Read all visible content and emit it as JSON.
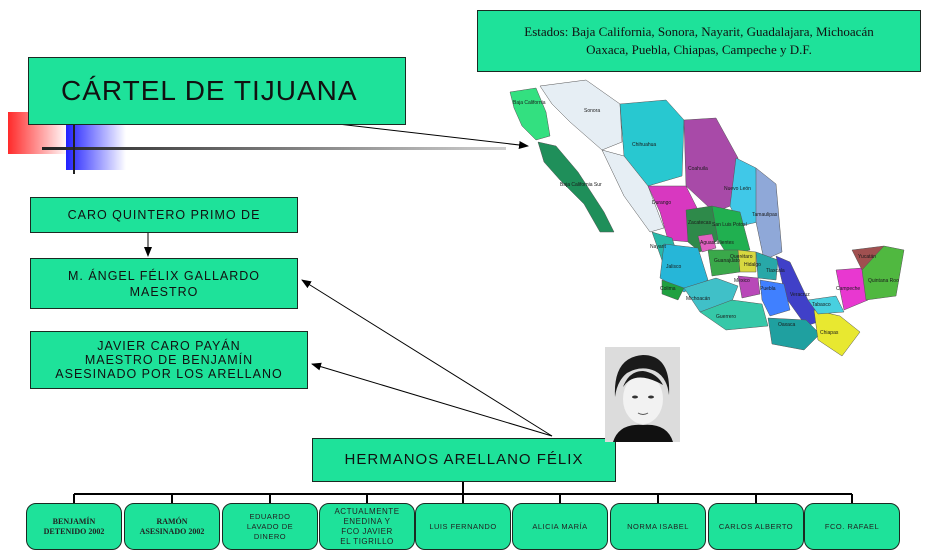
{
  "title": "CÁRTEL DE TIJUANA",
  "states": {
    "line1": "Estados:  Baja California, Sonora, Nayarit, Guadalajara, Michoacán",
    "line2": "Oaxaca, Puebla, Chiapas, Campeche y D.F."
  },
  "people": {
    "caro": "CARO QUINTERO PRIMO DE",
    "felix": {
      "line1": "M. ÁNGEL FÉLIX GALLARDO",
      "line2": "MAESTRO"
    },
    "javier": {
      "line1": "JAVIER CARO PAYÁN",
      "line2": "MAESTRO DE BENJAMÍN",
      "line3": "ASESINADO POR LOS ARELLANO"
    }
  },
  "hermanos": "HERMANOS ARELLANO FÉLIX",
  "siblings": [
    {
      "line1": "BENJAMÍN",
      "line2": "DETENIDO 2002"
    },
    {
      "line1": "RAMÓN",
      "line2": "ASESINADO 2002"
    },
    {
      "line1": "EDUARDO",
      "line2": "LAVADO DE",
      "line3": "DINERO"
    },
    {
      "line1": "ACTUALMENTE",
      "line2": "ENEDINA Y",
      "line3": "FCO JAVIER",
      "line4": "EL TIGRILLO"
    },
    {
      "line1": "LUIS FERNANDO"
    },
    {
      "line1": "ALICIA MARÍA"
    },
    {
      "line1": "NORMA ISABEL"
    },
    {
      "line1": "CARLOS ALBERTO"
    },
    {
      "line1": "FCO. RAFAEL"
    }
  ],
  "map_labels": [
    "Baja California",
    "Sonora",
    "Chihuahua",
    "Coahuila",
    "Baja California Sur",
    "Durango",
    "Nuevo León",
    "Tamaulipas",
    "Zacatecas",
    "San Luis Potosí",
    "Nayarit",
    "Aguascalientes",
    "Jalisco",
    "Guanajuato",
    "Querétaro",
    "Hidalgo",
    "Tlaxcala",
    "Colima",
    "Michoacán",
    "México",
    "Puebla",
    "Veracruz",
    "Guerrero",
    "Oaxaca",
    "Chiapas",
    "Tabasco",
    "Campeche",
    "Yucatán",
    "Quintana Roo"
  ],
  "colors": {
    "box_fill": "#1ee29a",
    "connector": "#000000"
  }
}
